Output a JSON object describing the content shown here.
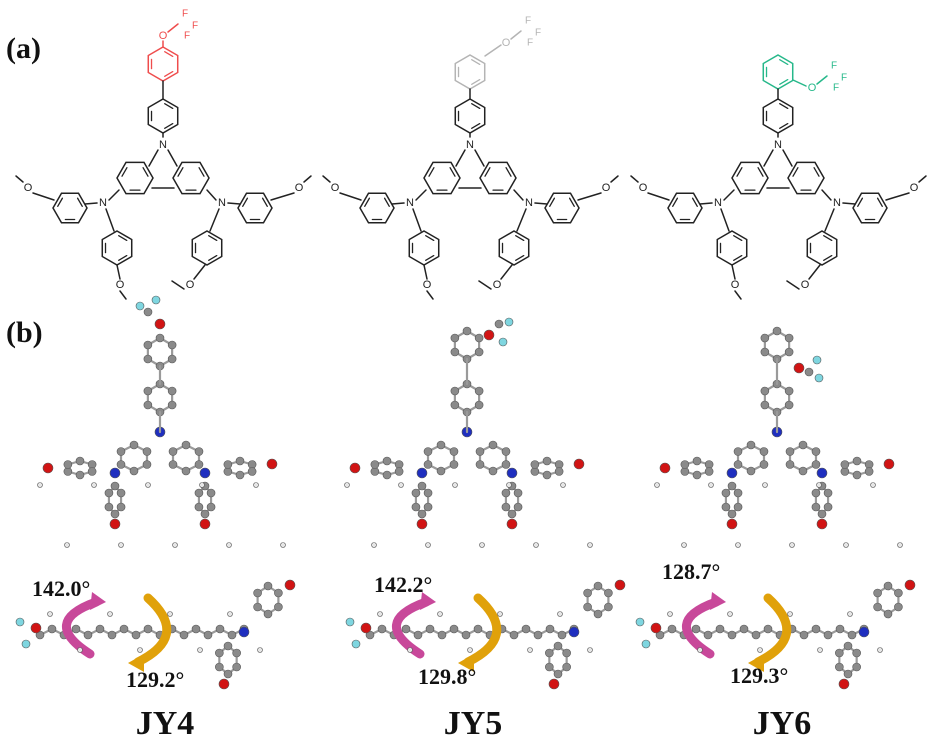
{
  "panels": {
    "a": "(a)",
    "b": "(b)"
  },
  "molecules": [
    {
      "name": "JY4",
      "angle_top": "142.0°",
      "angle_bottom": "129.2°",
      "substituent_color": "#ef4d4d",
      "position": "para"
    },
    {
      "name": "JY5",
      "angle_top": "142.2°",
      "angle_bottom": "129.8°",
      "substituent_color": "#b4b4b4",
      "position": "meta"
    },
    {
      "name": "JY6",
      "angle_top": "128.7°",
      "angle_bottom": "129.3°",
      "substituent_color": "#26b88a",
      "position": "ortho"
    }
  ],
  "atom_labels": {
    "nitrogen": "N",
    "oxygen": "O",
    "fluorine": "F"
  },
  "colors": {
    "bond": "#222222",
    "carbon": "#8a8a8a",
    "hydrogen": "#e6e6e6",
    "nitrogen": "#1f2fbf",
    "oxygen": "#d11414",
    "fluorine": "#7fd6e0",
    "arrow_magenta": "#c8489a",
    "arrow_gold": "#e0a10a"
  }
}
